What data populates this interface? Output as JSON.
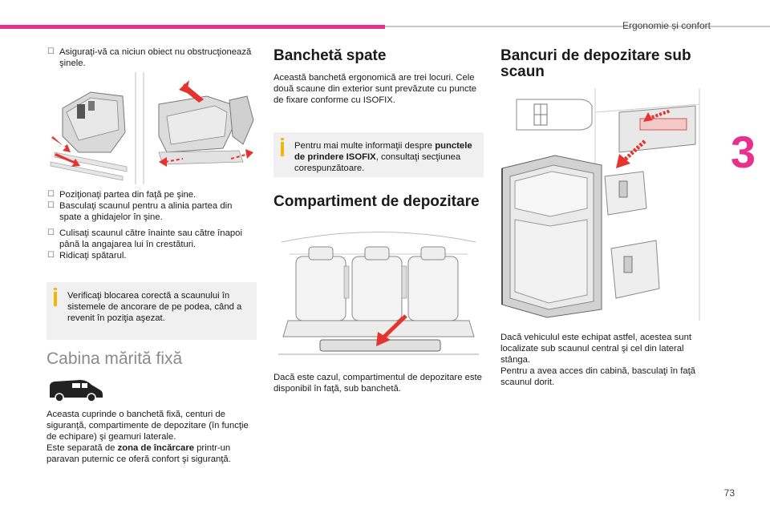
{
  "header": {
    "title": "Ergonomie și confort",
    "chapter": "3",
    "page": "73"
  },
  "col1": {
    "bullet_top": "Asiguraţi-vă ca niciun obiect nu obstrucţionează şinele.",
    "bullets_a": [
      "Poziţionaţi partea din faţă pe şine.",
      "Basculaţi scaunul pentru a alinia partea din spate a ghidajelor în şine."
    ],
    "bullets_b": [
      "Culisaţi scaunul către înainte sau către înapoi până la angajarea lui în crestături.",
      "Ridicaţi spătarul."
    ],
    "info": "Verificaţi blocarea corectă a scaunului în sistemele de ancorare de pe podea, când a revenit în poziţia aşezat.",
    "heading_cabin": "Cabina mărită fixă",
    "cabin_p1": "Aceasta cuprinde o banchetă fixă, centuri de siguranţă, compartimente de depozitare (în funcţie de echipare) şi geamuri laterale.",
    "cabin_p2_pre": "Este separată de ",
    "cabin_p2_bold": "zona de încărcare",
    "cabin_p2_post": " printr-un paravan puternic ce oferă confort şi siguranţă."
  },
  "col2": {
    "heading_bench": "Banchetă spate",
    "bench_p": "Această banchetă ergonomică are trei locuri. Cele două scaune din exterior sunt prevăzute cu puncte de fixare conforme cu ISOFIX.",
    "info_pre": "Pentru mai multe informaţii despre ",
    "info_bold": "punctele de prindere ISOFIX",
    "info_post": ", consultaţi secţiunea corespunzătoare.",
    "heading_storage": "Compartiment de depozitare",
    "storage_p": "Dacă este cazul, compartimentul de depozitare este disponibil în faţă, sub banchetă."
  },
  "col3": {
    "heading_under": "Bancuri de depozitare sub scaun",
    "under_p1": "Dacă vehiculul este echipat astfel, acestea sunt localizate sub scaunul central şi cel din lateral stânga.",
    "under_p2": "Pentru a avea acces din cabină, basculaţi în faţă scaunul dorit."
  },
  "icons": {
    "bullet": "checkbox-bullet-icon",
    "info": "info-icon",
    "van": "van-icon"
  },
  "colors": {
    "accent": "#e8318c",
    "info": "#f2b705",
    "arrow": "#e3342f"
  }
}
